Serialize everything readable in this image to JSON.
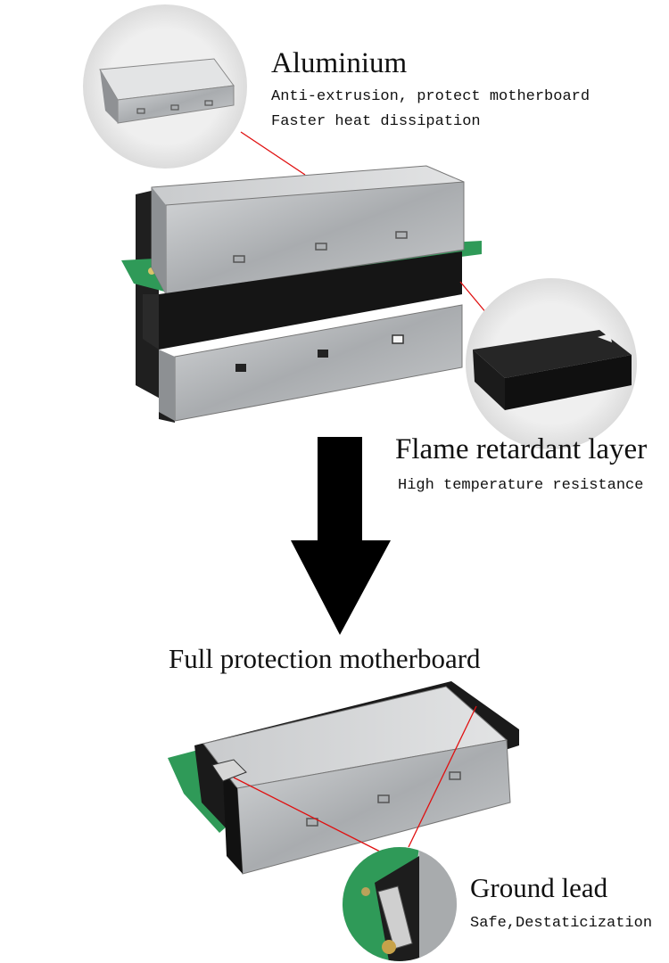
{
  "aluminium": {
    "title": "Aluminium",
    "line1": "Anti-extrusion, protect motherboard",
    "line2": "Faster heat dissipation"
  },
  "flame": {
    "title": "Flame retardant layer",
    "line1": "High temperature resistance"
  },
  "main": {
    "title": "Full protection motherboard"
  },
  "ground": {
    "title": "Ground lead",
    "line1": "Safe,Destaticization"
  },
  "colors": {
    "leader_line": "#e01010",
    "arrow": "#000000",
    "metal": "#b9bcbe",
    "pcb": "#2f9a58",
    "black_layer": "#151515",
    "circle_bg": "#e9e9e9"
  }
}
